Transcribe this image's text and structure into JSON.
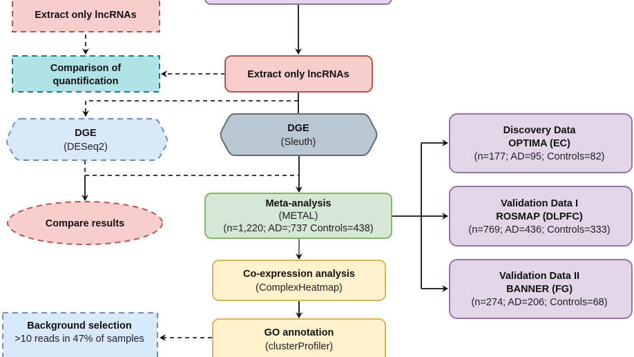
{
  "diagram": {
    "type": "flowchart",
    "colors": {
      "pink_fill": "#f8cecc",
      "pink_stroke": "#b85450",
      "teal_fill": "#b0e3e6",
      "teal_stroke": "#0e8088",
      "blue_fill": "#dae8fc",
      "blue_stroke": "#6c8ebf",
      "gray_fill": "#bac8d3",
      "gray_stroke": "#5f6b75",
      "green_fill": "#d5e8d4",
      "green_stroke": "#82b366",
      "yellow_fill": "#fff2cc",
      "yellow_stroke": "#d6b656",
      "purple_fill": "#e1d5e7",
      "purple_stroke": "#9673a6"
    },
    "nodes": {
      "extract_left": {
        "title": "Extract only lncRNAs",
        "style": "dashed"
      },
      "comparison": {
        "title_line1": "Comparison of",
        "title_line2": "quantification",
        "style": "dashed"
      },
      "extract_center": {
        "title": "Extract only lncRNAs",
        "style": "solid"
      },
      "dge_deseq2": {
        "title": "DGE",
        "subtitle": "(DESeq2)",
        "style": "dashed"
      },
      "dge_sleuth": {
        "title": "DGE",
        "subtitle": "(Sleuth)",
        "style": "solid"
      },
      "compare_results": {
        "title": "Compare results",
        "style": "dashed"
      },
      "meta_analysis": {
        "title": "Meta-analysis",
        "subtitle": "(METAL)",
        "detail": "(n=1,220; AD=;737 Controls=438)",
        "style": "solid"
      },
      "coexpression": {
        "title": "Co-expression analysis",
        "subtitle": "(ComplexHeatmap)",
        "style": "solid"
      },
      "go_annotation": {
        "title": "GO annotation",
        "subtitle": "(clusterProfiler)",
        "style": "solid"
      },
      "background": {
        "title": "Background selection",
        "subtitle": ">10 reads in 47% of samples",
        "style": "dashed"
      },
      "discovery": {
        "title": "Discovery Data",
        "subtitle": "OPTIMA (EC)",
        "detail": "(n=177; AD=95; Controls=82)",
        "style": "solid"
      },
      "validation1": {
        "title": "Validation Data I",
        "subtitle": "ROSMAP (DLPFC)",
        "detail": "(n=769; AD=436; Controls=333)",
        "style": "solid"
      },
      "validation2": {
        "title": "Validation Data II",
        "subtitle": "BANNER (FG)",
        "detail": "(n=274; AD=206; Controls=68)",
        "style": "solid"
      }
    }
  }
}
